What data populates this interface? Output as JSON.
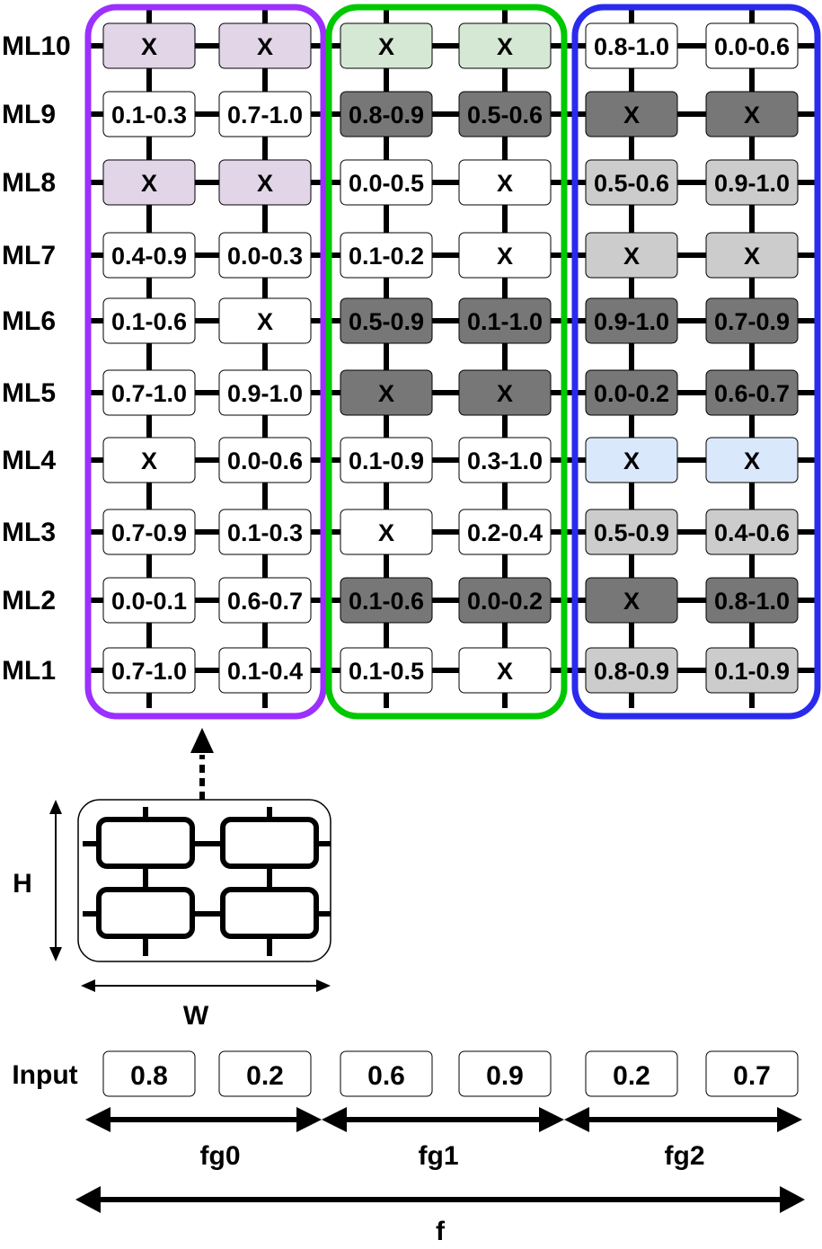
{
  "groups": [
    {
      "id": "fg0",
      "color": "#9b30ff",
      "label": "fg0"
    },
    {
      "id": "fg1",
      "color": "#00c800",
      "label": "fg1"
    },
    {
      "id": "fg2",
      "color": "#2a2aee",
      "label": "fg2"
    }
  ],
  "fill_colors": {
    "white": "#ffffff",
    "dark": "#777777",
    "light": "#cccccc",
    "purple": "#e1d5e7",
    "green": "#d5e8d4",
    "blue": "#dae8fc"
  },
  "rows": [
    {
      "label": "ML10",
      "cells": [
        {
          "text": "X",
          "fill": "purple"
        },
        {
          "text": "X",
          "fill": "purple"
        },
        {
          "text": "X",
          "fill": "green"
        },
        {
          "text": "X",
          "fill": "green"
        },
        {
          "text": "0.8-1.0",
          "fill": "white"
        },
        {
          "text": "0.0-0.6",
          "fill": "white"
        }
      ]
    },
    {
      "label": "ML9",
      "cells": [
        {
          "text": "0.1-0.3",
          "fill": "white"
        },
        {
          "text": "0.7-1.0",
          "fill": "white"
        },
        {
          "text": "0.8-0.9",
          "fill": "dark"
        },
        {
          "text": "0.5-0.6",
          "fill": "dark"
        },
        {
          "text": "X",
          "fill": "dark"
        },
        {
          "text": "X",
          "fill": "dark"
        }
      ]
    },
    {
      "label": "ML8",
      "cells": [
        {
          "text": "X",
          "fill": "purple"
        },
        {
          "text": "X",
          "fill": "purple"
        },
        {
          "text": "0.0-0.5",
          "fill": "white"
        },
        {
          "text": "X",
          "fill": "white"
        },
        {
          "text": "0.5-0.6",
          "fill": "light"
        },
        {
          "text": "0.9-1.0",
          "fill": "light"
        }
      ]
    },
    {
      "label": "ML7",
      "cells": [
        {
          "text": "0.4-0.9",
          "fill": "white"
        },
        {
          "text": "0.0-0.3",
          "fill": "white"
        },
        {
          "text": "0.1-0.2",
          "fill": "white"
        },
        {
          "text": "X",
          "fill": "white"
        },
        {
          "text": "X",
          "fill": "light"
        },
        {
          "text": "X",
          "fill": "light"
        }
      ]
    },
    {
      "label": "ML6",
      "cells": [
        {
          "text": "0.1-0.6",
          "fill": "white"
        },
        {
          "text": "X",
          "fill": "white"
        },
        {
          "text": "0.5-0.9",
          "fill": "dark"
        },
        {
          "text": "0.1-1.0",
          "fill": "dark"
        },
        {
          "text": "0.9-1.0",
          "fill": "dark"
        },
        {
          "text": "0.7-0.9",
          "fill": "dark"
        }
      ]
    },
    {
      "label": "ML5",
      "cells": [
        {
          "text": "0.7-1.0",
          "fill": "white"
        },
        {
          "text": "0.9-1.0",
          "fill": "white"
        },
        {
          "text": "X",
          "fill": "dark"
        },
        {
          "text": "X",
          "fill": "dark"
        },
        {
          "text": "0.0-0.2",
          "fill": "dark"
        },
        {
          "text": "0.6-0.7",
          "fill": "dark"
        }
      ]
    },
    {
      "label": "ML4",
      "cells": [
        {
          "text": "X",
          "fill": "white"
        },
        {
          "text": "0.0-0.6",
          "fill": "white"
        },
        {
          "text": "0.1-0.9",
          "fill": "white"
        },
        {
          "text": "0.3-1.0",
          "fill": "white"
        },
        {
          "text": "X",
          "fill": "blue"
        },
        {
          "text": "X",
          "fill": "blue"
        }
      ]
    },
    {
      "label": "ML3",
      "cells": [
        {
          "text": "0.7-0.9",
          "fill": "white"
        },
        {
          "text": "0.1-0.3",
          "fill": "white"
        },
        {
          "text": "X",
          "fill": "white"
        },
        {
          "text": "0.2-0.4",
          "fill": "white"
        },
        {
          "text": "0.5-0.9",
          "fill": "light"
        },
        {
          "text": "0.4-0.6",
          "fill": "light"
        }
      ]
    },
    {
      "label": "ML2",
      "cells": [
        {
          "text": "0.0-0.1",
          "fill": "white"
        },
        {
          "text": "0.6-0.7",
          "fill": "white"
        },
        {
          "text": "0.1-0.6",
          "fill": "dark"
        },
        {
          "text": "0.0-0.2",
          "fill": "dark"
        },
        {
          "text": "X",
          "fill": "dark"
        },
        {
          "text": "0.8-1.0",
          "fill": "dark"
        }
      ]
    },
    {
      "label": "ML1",
      "cells": [
        {
          "text": "0.7-1.0",
          "fill": "white"
        },
        {
          "text": "0.1-0.4",
          "fill": "white"
        },
        {
          "text": "0.1-0.5",
          "fill": "white"
        },
        {
          "text": "X",
          "fill": "white"
        },
        {
          "text": "0.8-0.9",
          "fill": "light"
        },
        {
          "text": "0.1-0.9",
          "fill": "light"
        }
      ]
    }
  ],
  "inset": {
    "h_label": "H",
    "w_label": "W"
  },
  "input": {
    "label": "Input",
    "values": [
      "0.8",
      "0.2",
      "0.6",
      "0.9",
      "0.2",
      "0.7"
    ]
  },
  "full_label": "f"
}
